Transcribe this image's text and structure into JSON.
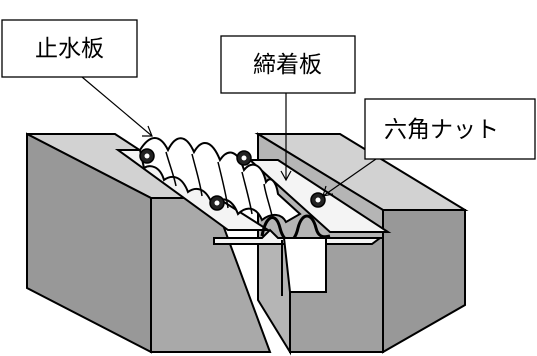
{
  "labels": {
    "waterstop": "止水板",
    "clamp_plate": "締着板",
    "hex_nut": "六角ナット"
  },
  "colors": {
    "block_front": "#989898",
    "block_top": "#d2d2d2",
    "block_inner": "#b5b5b5",
    "outline": "#000000",
    "metal": "#f4f4f4"
  }
}
